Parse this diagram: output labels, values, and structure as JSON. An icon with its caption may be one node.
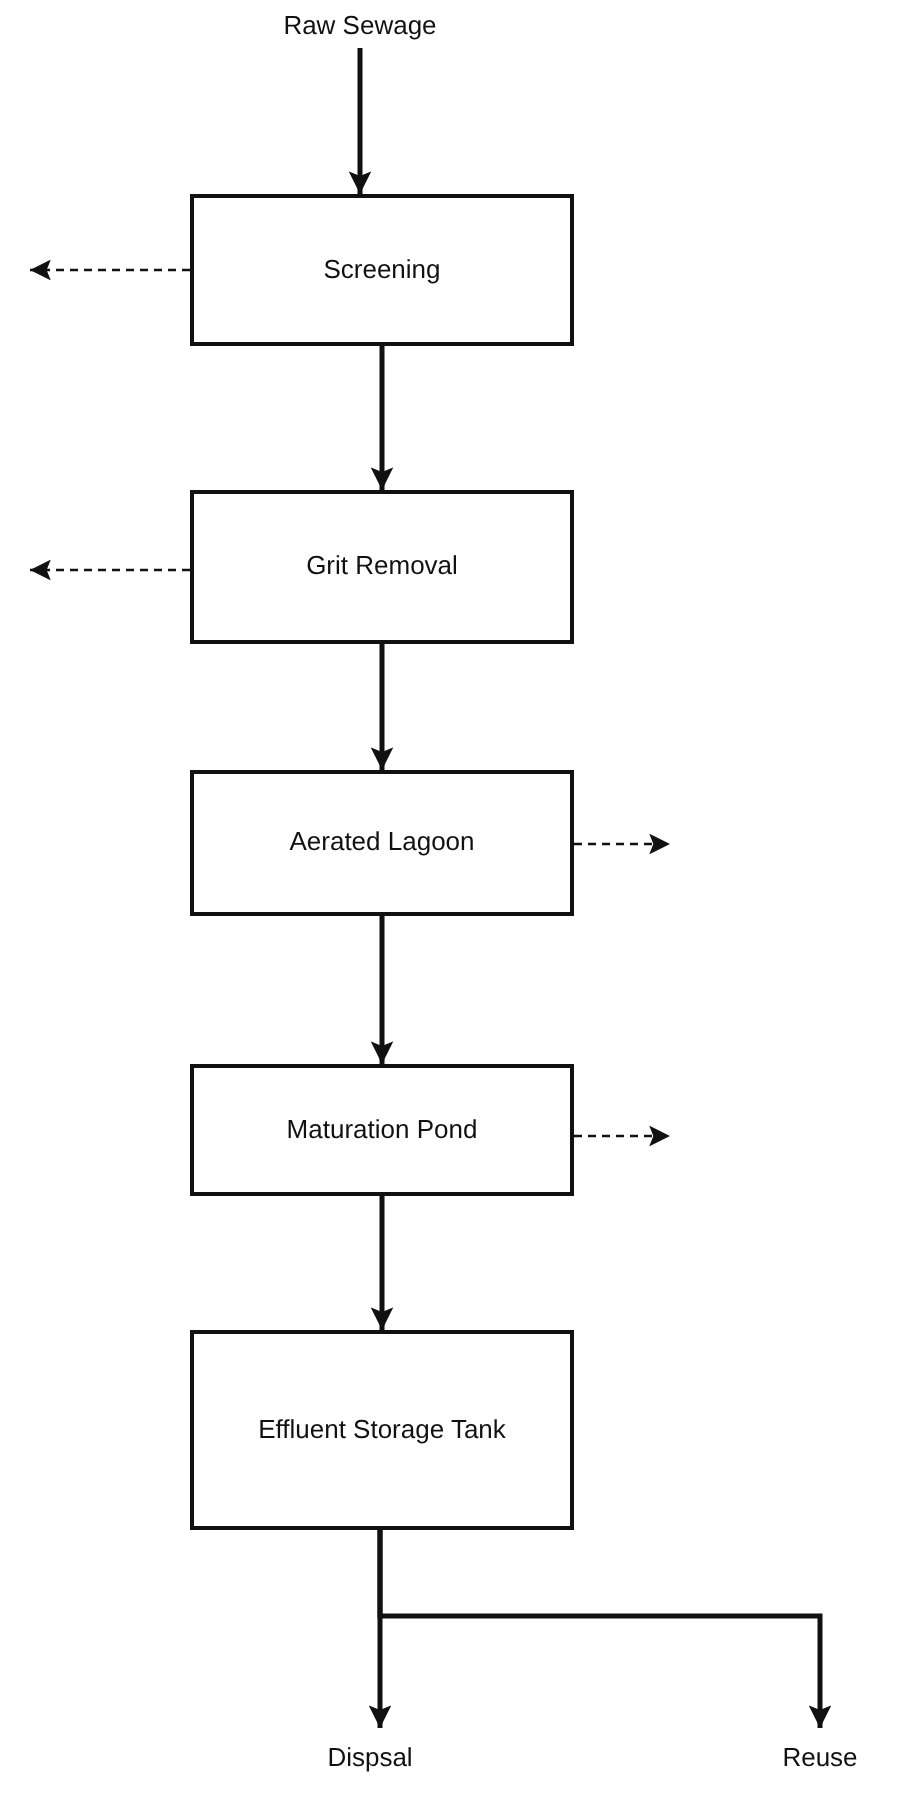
{
  "diagram": {
    "nodes": [
      {
        "text": [
          "Raw Sewage"
        ]
      },
      {
        "text": [
          "Screening"
        ]
      },
      {
        "text": [
          "Grit Removal"
        ]
      },
      {
        "text": [
          "Aerated Lagoon"
        ]
      },
      {
        "text": [
          "Maturation Pond"
        ]
      },
      {
        "text": [
          "Effluent Storage Tank"
        ]
      },
      {
        "text": [
          "Dispsal"
        ]
      },
      {
        "text": [
          "Reuse"
        ]
      }
    ],
    "edges": [
      {
        "from": 0,
        "to": 1,
        "arrow": "to"
      },
      {
        "from": 1,
        "to": 2,
        "arrow": "to"
      },
      {
        "from": 2,
        "to": 3,
        "arrow": "to"
      },
      {
        "from": 3,
        "to": 4,
        "arrow": "to"
      },
      {
        "from": 4,
        "to": 5,
        "arrow": "to"
      },
      {
        "from": 1,
        "to": null,
        "arrow": "to",
        "style": "dashed"
      },
      {
        "from": 2,
        "to": null,
        "arrow": "to",
        "style": "dashed"
      },
      {
        "from": 3,
        "to": null,
        "arrow": "to",
        "style": "dashed"
      },
      {
        "from": 4,
        "to": null,
        "arrow": "to",
        "style": "dashed"
      },
      {
        "from": 5,
        "to": 6,
        "arrow": "to"
      },
      {
        "from": 5,
        "to": 7,
        "arrow": "to"
      }
    ]
  }
}
